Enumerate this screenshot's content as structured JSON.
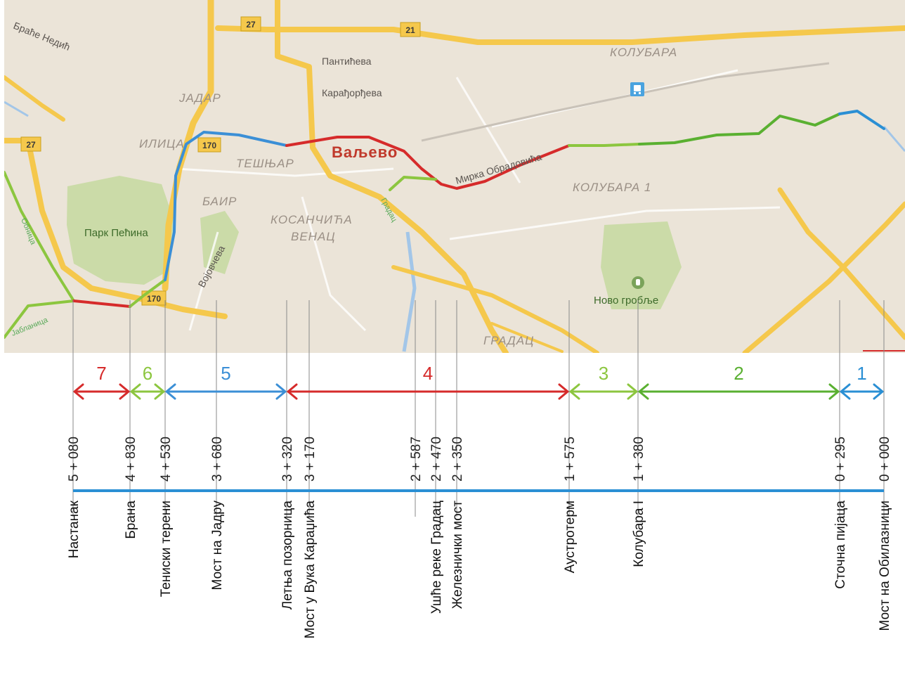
{
  "map": {
    "city_label": "Ваљево",
    "districts": [
      "ЈАДАР",
      "ИЛИЦА",
      "ТЕШЊАР",
      "БАИР",
      "КОСАНЧИЋА",
      "ВЕНАЦ",
      "КОЛУБАРА",
      "КОЛУБАРА 1",
      "ГРАДАЦ"
    ],
    "streets": [
      "Браће Недић",
      "Пантићева",
      "Карађорђева",
      "Мирка Обрадовића",
      "Војовчева"
    ],
    "parks": [
      "Парк Пећина",
      "Ново гробље"
    ],
    "waterways": [
      "Обница",
      "Јабланица",
      "Градац"
    ],
    "road_numbers": [
      "27",
      "21",
      "27",
      "170",
      "170"
    ],
    "colors": {
      "background": "#ebe4d8",
      "road": "#f5c84c",
      "park": "#cbdba8",
      "water": "#a3c6e8"
    },
    "icons": [
      "railway-station-icon",
      "cemetery-icon"
    ]
  },
  "segments": [
    {
      "number": "7",
      "color": "#d62b2b"
    },
    {
      "number": "6",
      "color": "#8cc63f"
    },
    {
      "number": "5",
      "color": "#3b8fd6"
    },
    {
      "number": "4",
      "color": "#d62b2b"
    },
    {
      "number": "3",
      "color": "#8cc63f"
    },
    {
      "number": "2",
      "color": "#5ab031"
    },
    {
      "number": "1",
      "color": "#2a8fd4"
    }
  ],
  "chainages": [
    "5 + 080",
    "4 + 830",
    "4 + 530",
    "3 + 680",
    "3 + 320",
    "3 + 170",
    "2 + 587",
    "2 + 470",
    "2 + 350",
    "1 + 575",
    "1 + 380",
    "0 + 295",
    "0 + 000"
  ],
  "places": [
    "Настанак",
    "Брана",
    "Тениски терени",
    "Мост на Јадру",
    "Летња позорница",
    "Мост у Вука Караџића",
    "Ушће реке Градац",
    "Железнички мост",
    "Аустротерм",
    "Колубара I",
    "Сточна пијаца",
    "Мост на Обилазници"
  ],
  "baseline_color": "#2a8fd4"
}
